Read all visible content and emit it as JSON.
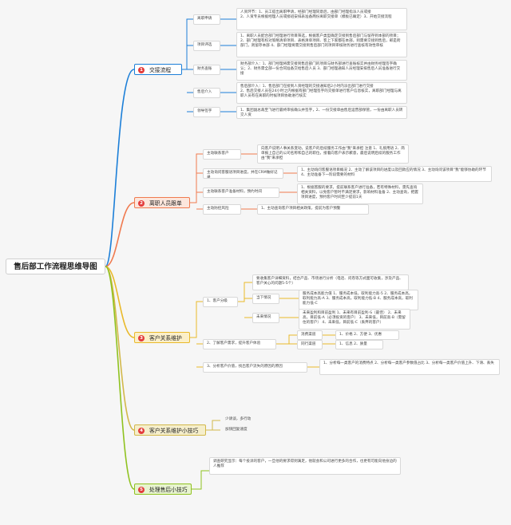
{
  "root": {
    "title": "售后部工作流程思维导图"
  },
  "colors": {
    "branch1": "#1c7fd8",
    "branch2": "#f07a4f",
    "branch3": "#e9b92a",
    "branch4": "#d2b84a",
    "branch5": "#8fc21f"
  },
  "branch1": {
    "label": "交接流程",
    "icon": "1",
    "children": [
      {
        "label": "离职申请",
        "detail": "人资环节：1、员工提出离职申请，经部门经理同意后，由部门经理指派人员或接\n2、人资专员根据经理人员或接班安排表准备两份离职交接单（模板已确定）3、开始交接流程"
      },
      {
        "label": "项目评选",
        "detail": "1、离职人员配合部门经理进行项目筛选，根据客户类型确定交接到售后部门与留存到本部的项目；2、部门经理有权对策略清单项目、表格清单项目、客上下家都在本部，则需要交接到售后，邮是跨部门，则留存本部 4、部门经理将需交接到售后部门的项目审核财务进行查核有效性审核"
      },
      {
        "label": "财务查账",
        "detail": "财务部介入：1、部门经理将需交接到售后部门的项目与财务部进行查账核实并由财务经理签字确认；2、财务需全部一份合同准备交给售后人员 3、部门经理通知人员经理安排售后人员准备进行交接"
      },
      {
        "label": "售后介入",
        "detail": "售后部介入：1、售后部门在接到人资经理的交接通知后2小时内派出部门进行交接\n2、售后交接人员在24小时之内根据有部门经理签字的交接单进行客户信息核实，离职部门经理与离职人员有在离职的时候项目协助进行核实"
      },
      {
        "label": "领导签字",
        "detail": "1、集团副总裁至飞进行最终审核确认并签字，2、一份交接单由售后运营部保管，一份由离职人员转交人资"
      }
    ]
  },
  "branch2": {
    "label": "离职人员跟单",
    "icon": "2",
    "children": [
      {
        "label": "主动联系客户",
        "detail": "向客户说明人事关系变动，说客户的后续服务工作由\"我\"来承担 注意 1、礼貌用语 2、简单报上自己的公司名称和自己的职位，接着向客户表示歉意，最后说明后续的服务工作由\"我\"来承担"
      },
      {
        "label": "主动询问客服语项目进度，并在CRM做好记录",
        "detail": "1、主动询问客服语项目概况 2、主动了解该项目的进度以及回款应的情况 3、主动询问该项目\"我\"能够协助的环节 4、主动准备下一阶段需要的材料"
      },
      {
        "label": "主动联系客户准备材料，预约时间",
        "detail": "1、根据客服的要求，提前联系客户进行准备，若有特殊材料，需先查询相关资料，以免客户暂时不满足要求，影响材料准备 2、主动查询，把握项目进度，预约客户时间至少提前1天"
      },
      {
        "label": "主动防控风险",
        "detail": "1、主动查询客户项目相关政策，提前为客户预警"
      }
    ]
  },
  "branch3": {
    "label": "客户关系维护",
    "icon": "3",
    "children": [
      {
        "label": "1、客户分级",
        "intro": "要收集客户详细资料，结合产品、市场进行分析（电话、问卷等方式面可收集，涉及产品、客户关心的问题5-5个）",
        "children": [
          {
            "label": "当下情况",
            "detail": "服务成本高能力值 1、服务成本低，取利能力高-5 2、服务成本高，取利能力高-A 3、服务成本高，取利能力低-B 4、服务成本高，取利能力低-C"
          },
          {
            "label": "未来情况",
            "detail": "未来盈利和目前盈利 1、未来有目前盈利-S（最佳） 2、未来高，目前低-A（必须投资的客户） 3、未来低，目前高-B（需留住的客户） 4、未来低，目前低-C（丢弃的客户）"
          }
        ]
      },
      {
        "label": "2、了解客户需求，提升客户体验",
        "children": [
          {
            "label": "消费渠道",
            "detail": "1、价格 2、方便 3、优惠"
          },
          {
            "label": "同行渠道",
            "detail": "1、信息 2、质量"
          }
        ]
      },
      {
        "label": "3、分析客户价值，找出客户流失的原因的原因",
        "detail": "1、分析每一类客户的消费特点 2、分析每一类客户参数值占比 3、分析每一类客户价值上升、下滑、丢失"
      }
    ]
  },
  "branch4": {
    "label": "客户关系维护小技巧",
    "icon": "4",
    "children": [
      {
        "label": "少请谈，多行动"
      },
      {
        "label": "加快回复速度"
      }
    ]
  },
  "branch5": {
    "label": "处理售后小技巧",
    "icon": "5",
    "detail": "调查研究显示：每个投诉的客户，一旦他的要求得到满足，他就会和公司进行更多的合作，也更有可能向他身边的人推荐"
  }
}
